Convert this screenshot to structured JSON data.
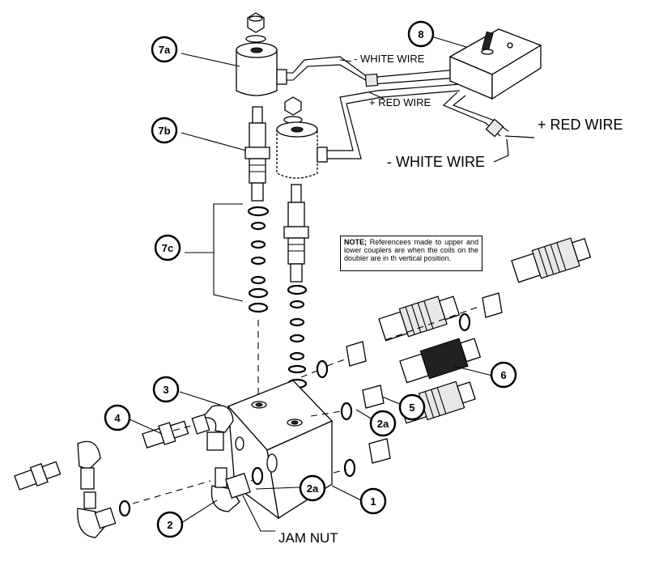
{
  "callouts": {
    "c7a": "7a",
    "c7b": "7b",
    "c7c": "7c",
    "c8": "8",
    "c3": "3",
    "c4": "4",
    "c2": "2",
    "c2a_upper": "2a",
    "c2a_lower": "2a",
    "c5": "5",
    "c6": "6",
    "c1": "1"
  },
  "wire_labels": {
    "white_wire_small": "- WHITE WIRE",
    "red_wire_small": "+ RED WIRE",
    "red_wire_large": "+ RED WIRE",
    "white_wire_large": "- WHITE WIRE"
  },
  "jam_nut_label": "JAM NUT",
  "note": {
    "heading": "NOTE;",
    "body": "Referencees made to upper and lower couplers are when the coils on the doubler are in th vertical position."
  }
}
